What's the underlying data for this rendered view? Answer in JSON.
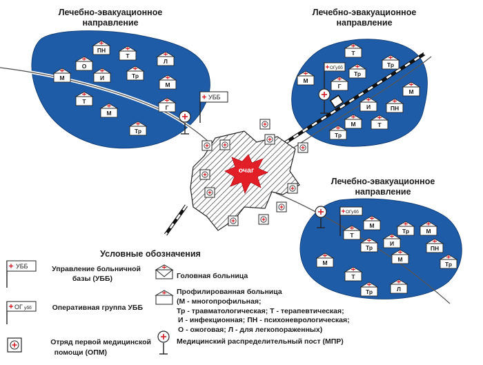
{
  "regions": [
    {
      "title_line1": "Лечебно-эвакуационное",
      "title_line2": "направление"
    },
    {
      "title_line1": "Лечебно-эвакуационное",
      "title_line2": "направление"
    },
    {
      "title_line1": "Лечебно-эвакуационное",
      "title_line2": "направление"
    }
  ],
  "center": {
    "label": "очаг",
    "flag_ubb": "УББ"
  },
  "flags": {
    "ogubb": "ОГубб",
    "ogubb_legend_prefix": "ОГ",
    "ogubb_legend_suffix": "убб"
  },
  "hospitals": {
    "left": [
      "М",
      "ПН",
      "Т",
      "О",
      "Л",
      "И",
      "Тр",
      "М",
      "Т",
      "Г",
      "М",
      "Тр"
    ],
    "right": [
      "Т",
      "Тр",
      "Тр",
      "Г",
      "М",
      "М",
      "И",
      "ПН",
      "Т",
      "М",
      "Тр"
    ],
    "lower": [
      "М",
      "Т",
      "Тр",
      "М",
      "Тр",
      "И",
      "ПН",
      "М",
      "М",
      "Тр",
      "Т",
      "Тр",
      "Л"
    ]
  },
  "legend": {
    "title": "Условные обозначения",
    "ubb_line1": "Управление больничной",
    "ubb_line2": "базы (УББ)",
    "ogubb_label": "Оперативная группа УББ",
    "opm_line1": "Отряд первой медицинской",
    "opm_line2": "помощи (ОПМ)",
    "head_hospital": "Головная больница",
    "profiled_title": "Профилированная больница",
    "profiled_line1": "(М  -  многопрофильная;",
    "profiled_line2": "Тр  -  травматологическая;  Т  -  терапевтическая;",
    "profiled_line3": "И  -  инфекционная;  ПН  -  психоневрологическая;",
    "profiled_line4": "О  -  ожоговая;  Л - для легкопораженных)",
    "mrp": "Медицинский распределительный пост (МПР)"
  },
  "colors": {
    "region_fill": "#1e5ca8",
    "focus_red": "#e21e26",
    "cross_red": "#d01820",
    "tent_fill": "#ffffff"
  }
}
